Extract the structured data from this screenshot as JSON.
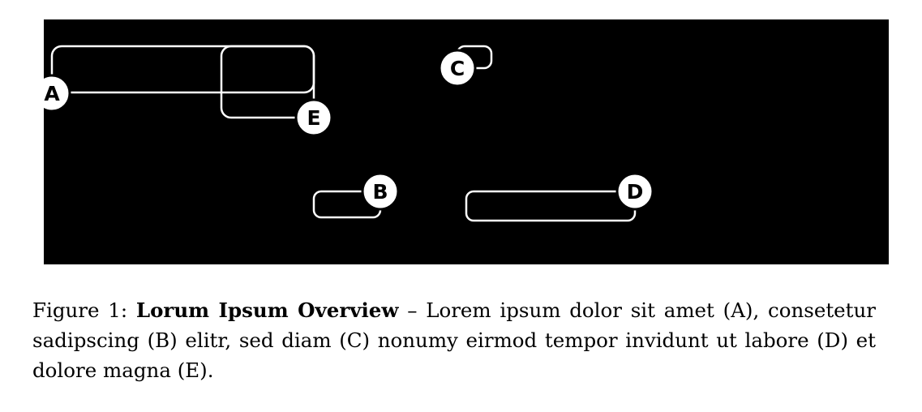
{
  "figure": {
    "background_color": "#000000",
    "line_color": "#ffffff",
    "callouts": [
      {
        "id": "A",
        "label": "A"
      },
      {
        "id": "B",
        "label": "B"
      },
      {
        "id": "C",
        "label": "C"
      },
      {
        "id": "D",
        "label": "D"
      },
      {
        "id": "E",
        "label": "E"
      }
    ]
  },
  "caption": {
    "prefix": "Figure 1: ",
    "title": "Lorum Ipsum Overview",
    "body": " – Lorem ipsum dolor sit amet (A), consetetur sadipscing (B) elitr, sed diam (C) nonumy eirmod tempor invidunt ut labore (D) et dolore magna (E)."
  }
}
